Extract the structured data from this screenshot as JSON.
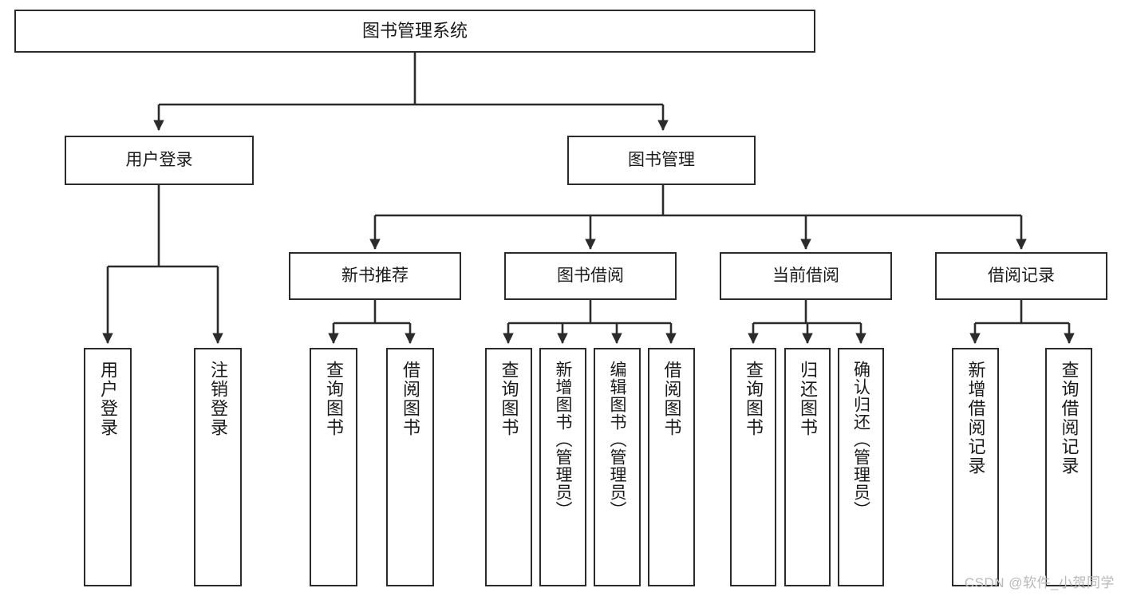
{
  "diagram": {
    "title": "图书管理系统",
    "type": "tree-hierarchy-chart",
    "colors": {
      "box_border": "#2b2b2b",
      "box_fill": "#ffffff",
      "edge": "#2b2b2b",
      "text": "#1a1a1a",
      "watermark": "#b9b9b9",
      "background": "#ffffff"
    },
    "watermark": "CSDN @软件_小贺同学"
  },
  "nodes": {
    "root": {
      "label": "图书管理系统"
    },
    "level2": [
      {
        "label": "用户登录"
      },
      {
        "label": "图书管理"
      }
    ],
    "level3": [
      {
        "label": "新书推荐"
      },
      {
        "label": "图书借阅"
      },
      {
        "label": "当前借阅"
      },
      {
        "label": "借阅记录"
      }
    ],
    "leaves": {
      "user_login": [
        {
          "label": "用户登录"
        },
        {
          "label": "注销登录"
        }
      ],
      "new_book": [
        {
          "label": "查询图书"
        },
        {
          "label": "借阅图书"
        }
      ],
      "book_borrow": [
        {
          "label": "查询图书"
        },
        {
          "label": "新增图书（管理员）"
        },
        {
          "label": "编辑图书（管理员）"
        },
        {
          "label": "借阅图书"
        }
      ],
      "current_borrow": [
        {
          "label": "查询图书"
        },
        {
          "label": "归还图书"
        },
        {
          "label": "确认归还（管理员）"
        }
      ],
      "borrow_record": [
        {
          "label": "新增借阅记录"
        },
        {
          "label": "查询借阅记录"
        }
      ]
    }
  }
}
